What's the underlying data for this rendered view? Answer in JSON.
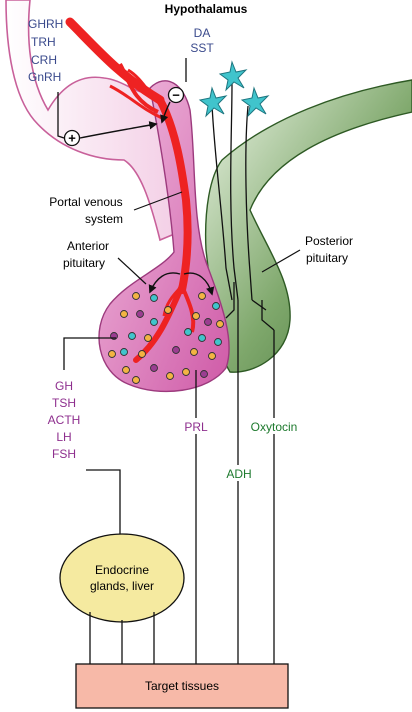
{
  "title": "Hypothalamus",
  "hypothalamic_hormones": [
    "GHRH",
    "TRH",
    "CRH",
    "GnRH"
  ],
  "inhibitory_hormones": [
    "DA",
    "SST"
  ],
  "stimulatory_sign": "+",
  "inhibitory_sign": "−",
  "labels": {
    "portal_venous": [
      "Portal venous",
      "system"
    ],
    "anterior_pituitary": [
      "Anterior",
      "pituitary"
    ],
    "posterior_pituitary": [
      "Posterior",
      "pituitary"
    ],
    "prl": "PRL",
    "oxytocin": "Oxytocin",
    "adh": "ADH"
  },
  "anterior_hormones": [
    "GH",
    "TSH",
    "ACTH",
    "LH",
    "FSH"
  ],
  "endocrine_glands": [
    "Endocrine",
    "glands, liver"
  ],
  "target_tissues": "Target tissues",
  "colors": {
    "hypothalamic_text": "#3a4a8c",
    "anterior_text": "#8e2f8e",
    "posterior_text": "#1e7a2e",
    "portal_vessel": "#ee2222",
    "anterior_lobe": "#d870b4",
    "posterior_lobe": "#5a8a4a",
    "neuron_cell": "#40c4cc",
    "endocrine_fill": "#f5eaa0",
    "target_fill": "#f7b9a8"
  }
}
